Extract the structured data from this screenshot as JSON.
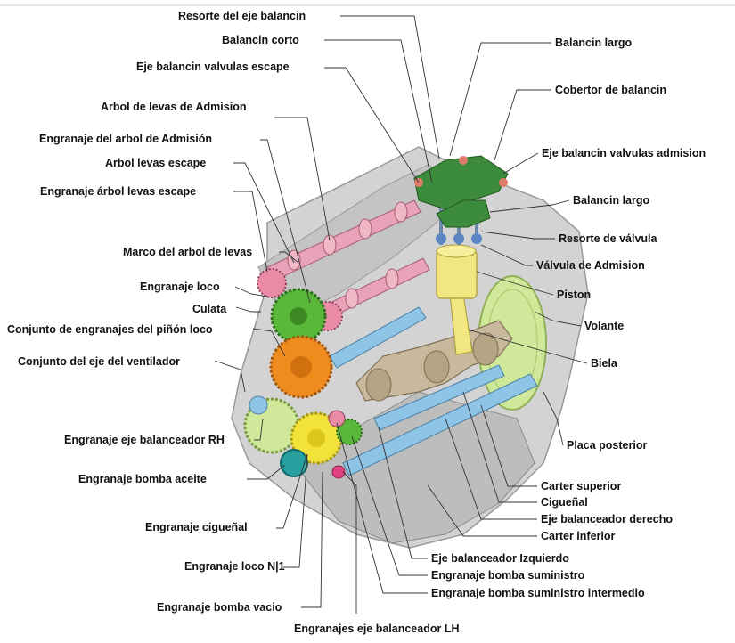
{
  "colors": {
    "block": "#d3d3d3",
    "block_dark": "#9a9a9a",
    "camshaft": "#e9a3b8",
    "shaft": "#8ec4e6",
    "crank": "#c8b89c",
    "piston": "#f2e680",
    "flywheel": "#cfe89a",
    "rocker": "#3c8a3c",
    "gear_green": "#59b83a",
    "gear_orange": "#f08c1e",
    "gear_yellow": "#f3e23a",
    "gear_pink": "#e98aa6",
    "gear_teal": "#28a0a0"
  },
  "labels": [
    {
      "id": "resorte-eje-balancin",
      "text": "Resorte del  eje balancin"
    },
    {
      "id": "balancin-corto",
      "text": "Balancin corto"
    },
    {
      "id": "eje-balancin-escape",
      "text": "Eje balancin valvulas escape"
    },
    {
      "id": "arbol-levas-admision",
      "text": "Arbol de levas de Admision"
    },
    {
      "id": "engranaje-arbol-admision",
      "text": "Engranaje del  arbol de  Admisión"
    },
    {
      "id": "arbol-levas-escape",
      "text": "Arbol levas  escape"
    },
    {
      "id": "engranaje-arbol-escape",
      "text": "Engranaje árbol levas  escape"
    },
    {
      "id": "marco-arbol-levas",
      "text": "Marco del arbol de levas"
    },
    {
      "id": "engranaje-loco",
      "text": "Engranaje loco"
    },
    {
      "id": "culata",
      "text": "Culata"
    },
    {
      "id": "conjunto-pinon-loco",
      "text": "Conjunto de engranajes del piñón loco"
    },
    {
      "id": "conjunto-eje-ventilador",
      "text": "Conjunto del eje del ventilador"
    },
    {
      "id": "engranaje-eje-balanceador-rh",
      "text": "Engranaje eje balanceador RH"
    },
    {
      "id": "engranaje-bomba-aceite",
      "text": "Engranaje  bomba aceite"
    },
    {
      "id": "engranaje-ciguenal",
      "text": "Engranaje cigueñal"
    },
    {
      "id": "engranaje-loco-n1",
      "text": "Engranaje loco N|1"
    },
    {
      "id": "engranaje-bomba-vacio",
      "text": "Engranaje bomba vacio"
    },
    {
      "id": "engranajes-eje-balanceador-lh",
      "text": "Engranajes eje balanceador LH"
    },
    {
      "id": "balancin-largo-top",
      "text": "Balancin largo"
    },
    {
      "id": "cobertor-balancin",
      "text": "Cobertor de balancin"
    },
    {
      "id": "eje-balancin-admision",
      "text": "Eje balancin valvulas admision"
    },
    {
      "id": "balancin-largo-mid",
      "text": "Balancin largo"
    },
    {
      "id": "resorte-valvula",
      "text": "Resorte de válvula"
    },
    {
      "id": "valvula-admision",
      "text": "Válvula de  Admision"
    },
    {
      "id": "piston",
      "text": "Piston"
    },
    {
      "id": "volante",
      "text": "Volante"
    },
    {
      "id": "biela",
      "text": "Biela"
    },
    {
      "id": "placa-posterior",
      "text": "Placa posterior"
    },
    {
      "id": "carter-superior",
      "text": "Carter superior"
    },
    {
      "id": "ciguenal",
      "text": "Cigueñal"
    },
    {
      "id": "eje-balanceador-derecho",
      "text": "Eje balanceador derecho"
    },
    {
      "id": "carter-inferior",
      "text": "Carter inferior"
    },
    {
      "id": "eje-balanceador-izquierdo",
      "text": "Eje balanceador Izquierdo"
    },
    {
      "id": "engranaje-bomba-suministro",
      "text": "Engranaje bomba suministro"
    },
    {
      "id": "engranaje-bomba-suministro-intermedio",
      "text": "Engranaje bomba suministro intermedio"
    }
  ]
}
